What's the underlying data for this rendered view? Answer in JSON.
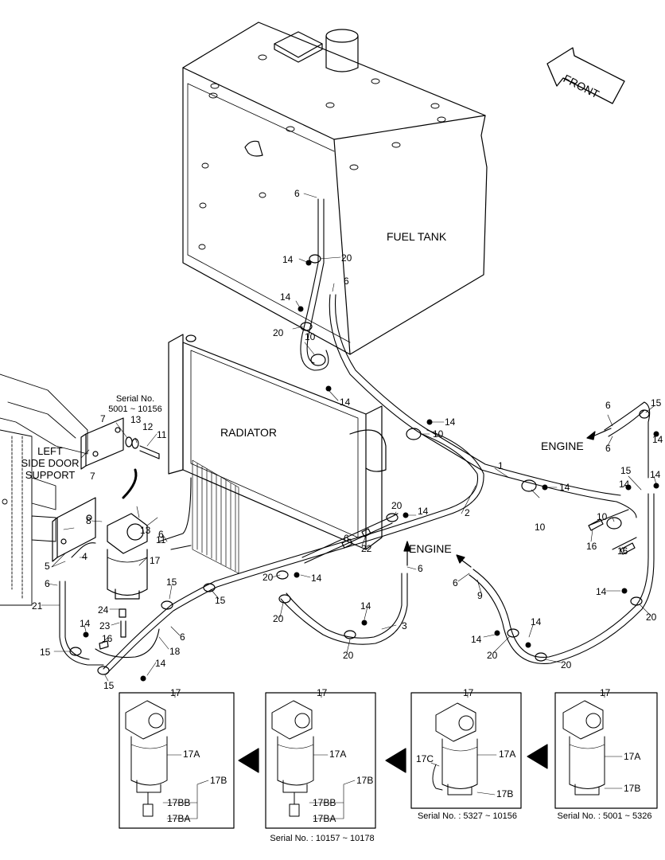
{
  "labels": {
    "fuel_tank": "FUEL TANK",
    "radiator": "RADIATOR",
    "left_side_door_support": "LEFT SIDE DOOR SUPPORT",
    "left_side_door_support_line1": "LEFT",
    "left_side_door_support_line2": "SIDE DOOR",
    "left_side_door_support_line3": "SUPPORT",
    "engine_right": "ENGINE",
    "engine_center": "ENGINE",
    "front": "FRONT"
  },
  "serials": {
    "inset": "Serial No.\n5001 ~ 10156",
    "inset_line1": "Serial No.",
    "inset_line2": "5001 ~ 10156",
    "panel2": "Serial No. : 10157 ~ 10178",
    "panel3": "Serial No. : 5327 ~ 10156",
    "panel4": "Serial No. : 5001 ~ 5326"
  },
  "callouts": {
    "n1": "1",
    "n2": "2",
    "n3": "3",
    "n4": "4",
    "n5": "5",
    "n6": "6",
    "n7": "7",
    "n8": "8",
    "n9": "9",
    "n10": "10",
    "n11": "11",
    "n12": "12",
    "n13": "13",
    "n14": "14",
    "n15": "15",
    "n16": "16",
    "n17": "17",
    "n18": "18",
    "n20": "20",
    "n21": "21",
    "n22": "22",
    "n23": "23",
    "n24": "24",
    "n17A": "17A",
    "n17B": "17B",
    "n17BB": "17BB",
    "n17BA": "17BA",
    "n17C": "17C"
  },
  "icons": [
    "front-arrow-icon",
    "engine-arrow-icon",
    "panel-arrow-icon"
  ],
  "colors": {
    "line": "#000000",
    "background": "#ffffff"
  }
}
